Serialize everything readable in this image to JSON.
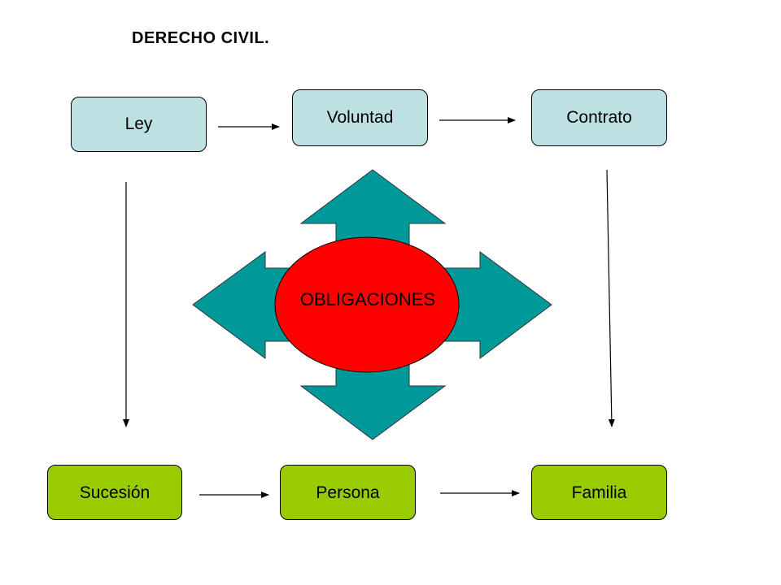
{
  "title": "DERECHO CIVIL.",
  "nodes": {
    "ley": "Ley",
    "voluntad": "Voluntad",
    "contrato": "Contrato",
    "sucesion": "Sucesión",
    "persona": "Persona",
    "familia": "Familia"
  },
  "center": "OBLIGACIONES",
  "colors": {
    "top_box": "#bde0e3",
    "bottom_box": "#99cc00",
    "arrow_fill": "#009999",
    "center_fill": "#ff0000"
  }
}
